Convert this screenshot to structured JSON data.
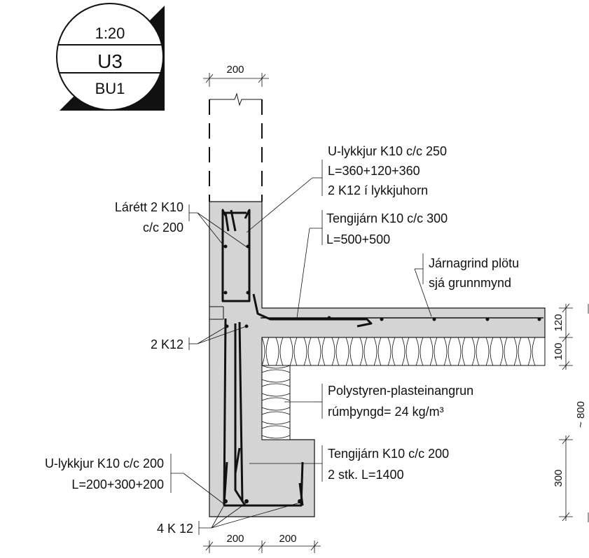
{
  "stamp": {
    "scale": "1:20",
    "detail_id": "U3",
    "drawing_ref": "BU1"
  },
  "dimensions": {
    "wall_thickness": "200",
    "slab_thickness": "120",
    "insulation_thickness": "100",
    "total_depth": "~ 800",
    "footing_height": "300",
    "footing_left": "200",
    "footing_right": "200"
  },
  "labels": {
    "u_loops_wall": [
      "U-lykkjur K10 c/c 250",
      "L=360+120+360",
      "2 K12 í lykkjuhorn"
    ],
    "horizontal_bars": [
      "Lárétt 2 K10",
      "c/c 200"
    ],
    "dowels_slab": [
      "Tengijárn K10 c/c 300",
      "L=500+500"
    ],
    "slab_mesh": [
      "Járnagrind plötu",
      "sjá grunnmynd"
    ],
    "two_k12": "2 K12",
    "insulation": [
      "Polystyren-plasteinangrun",
      "rúmþyngd= 24 kg/m³"
    ],
    "u_loops_footing": [
      "U-lykkjur K10 c/c 200",
      "L=200+300+200"
    ],
    "dowels_footing": [
      "Tengijárn K10 c/c  200",
      "2 stk. L=1400"
    ],
    "four_k12": "4 K 12"
  },
  "colors": {
    "concrete": "#d4d4d4",
    "line": "#111111",
    "background": "#ffffff"
  }
}
